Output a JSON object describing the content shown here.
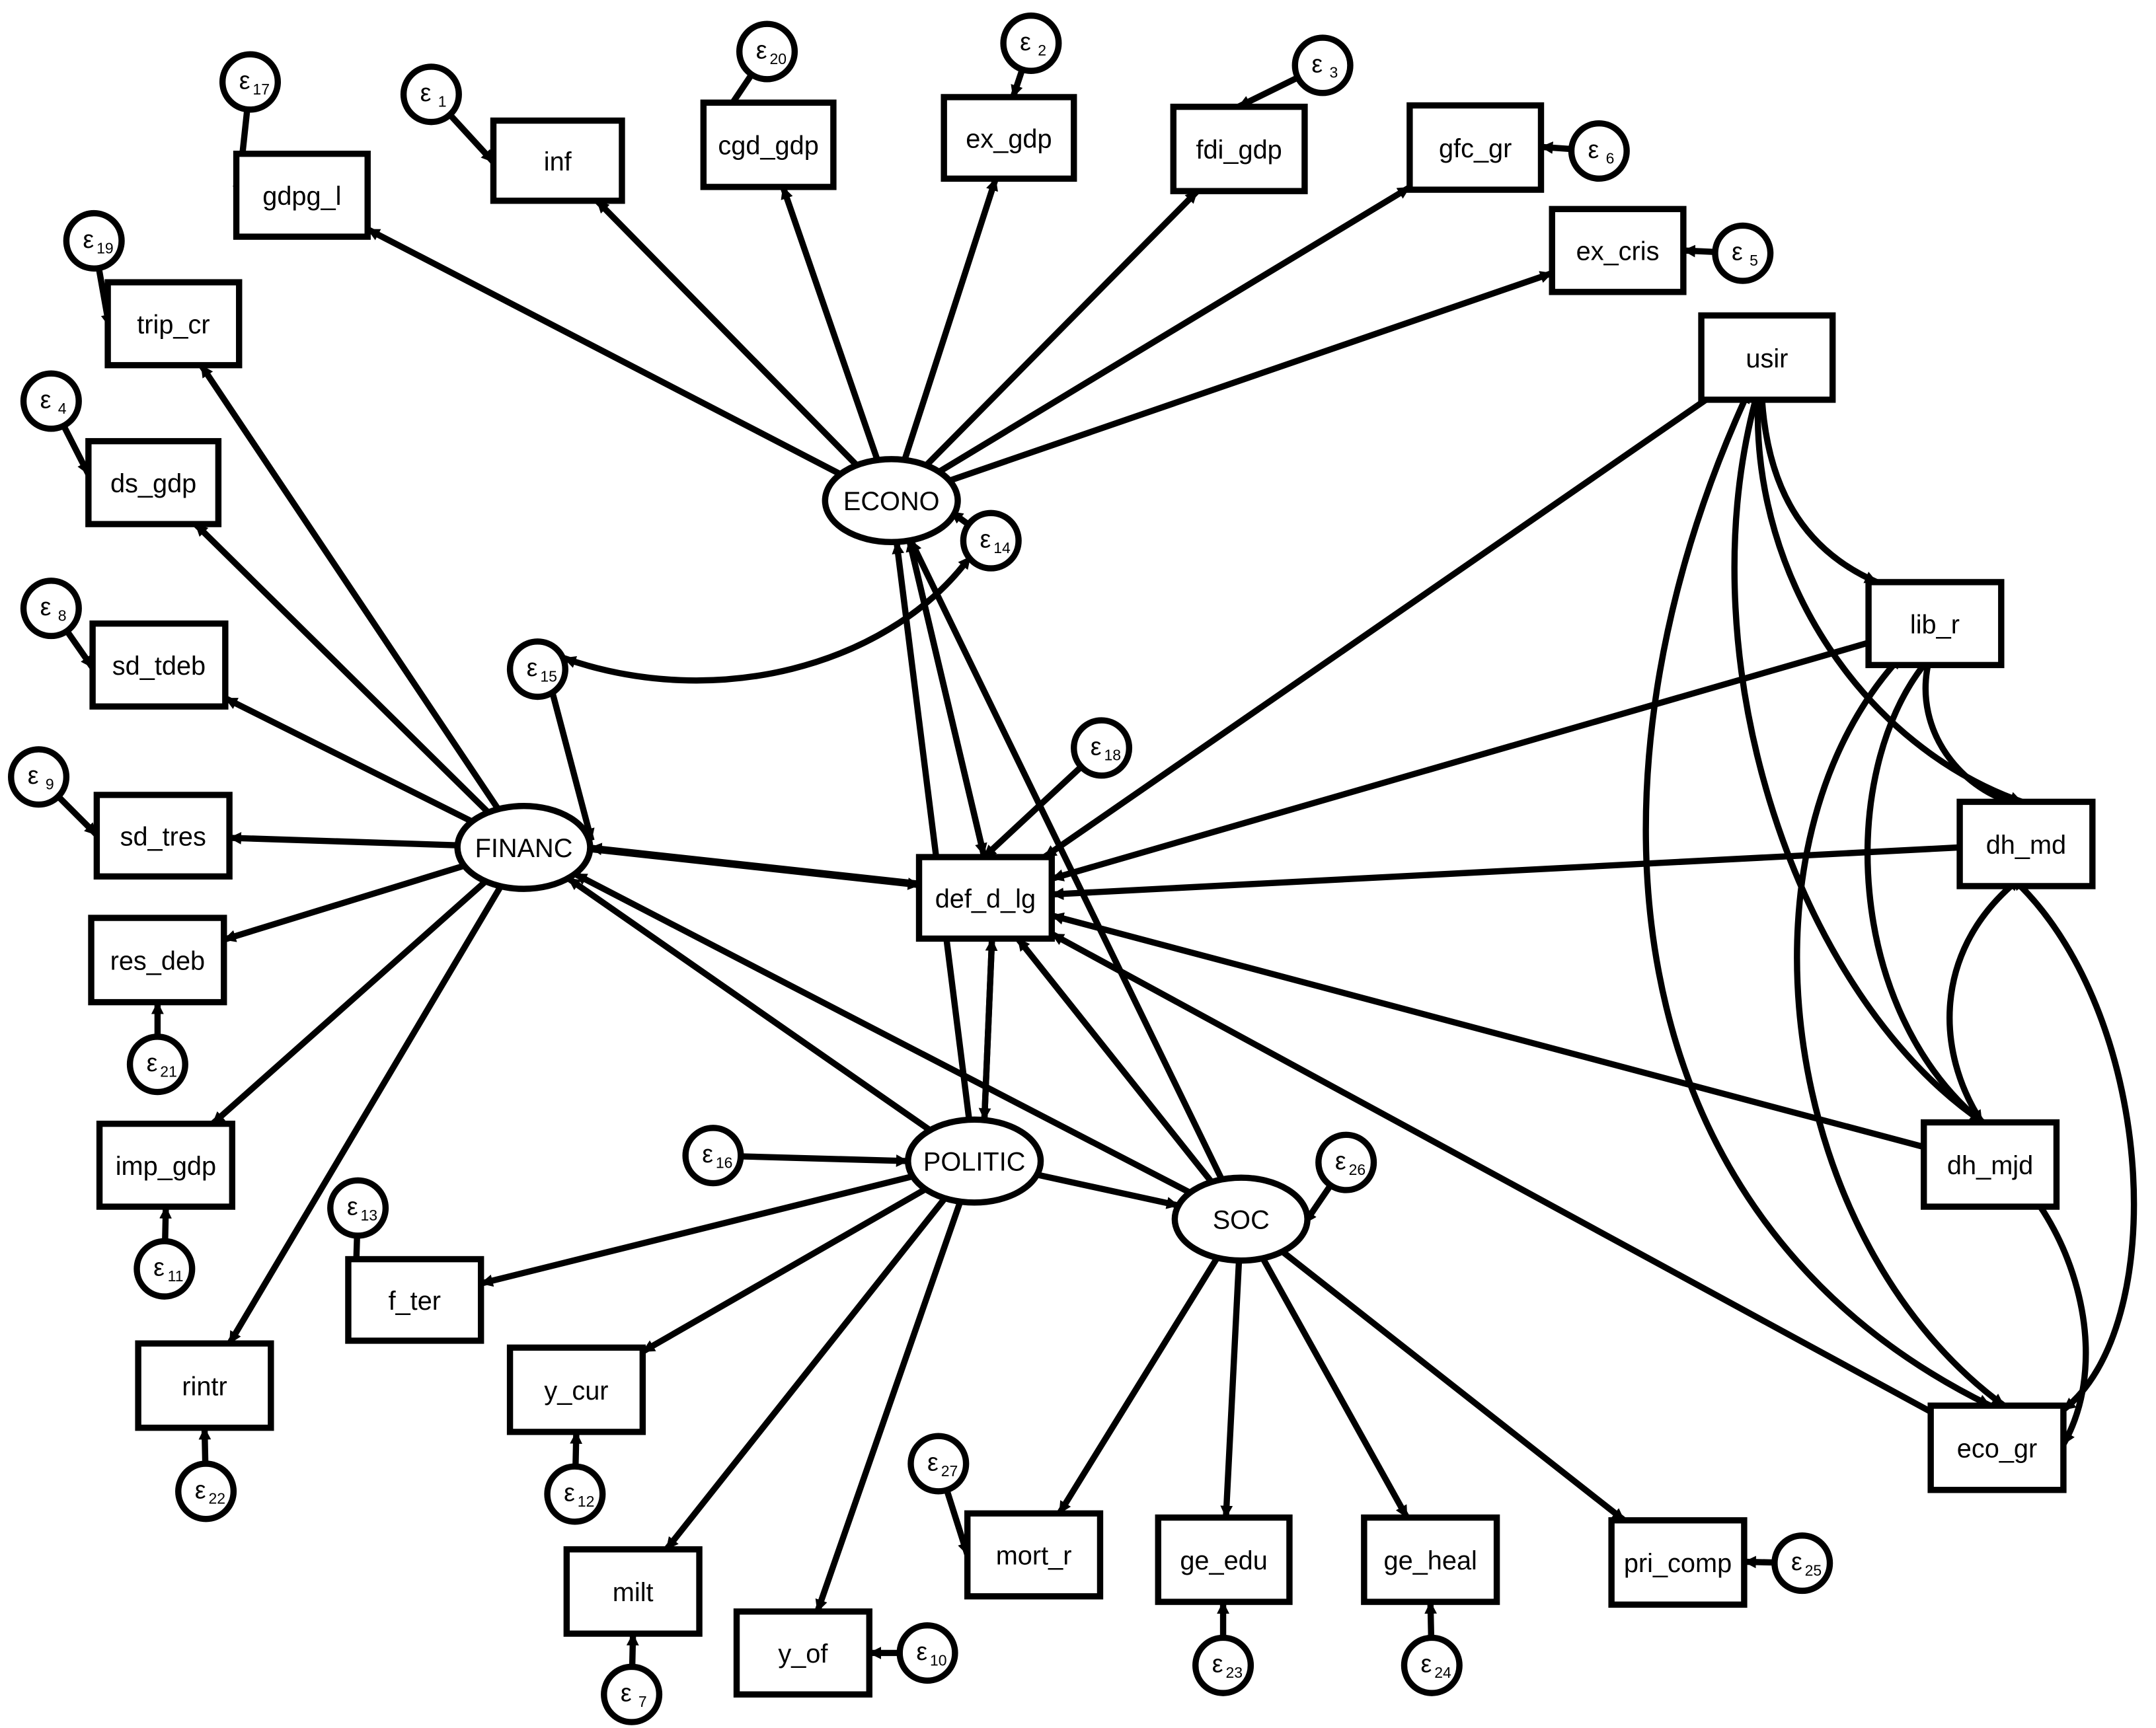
{
  "diagram": {
    "observed": [
      {
        "id": "gdpg",
        "label": "gdpg_l"
      },
      {
        "id": "inf",
        "label": "inf"
      },
      {
        "id": "cgd",
        "label": "cgd_gdp"
      },
      {
        "id": "exgdp",
        "label": "ex_gdp"
      },
      {
        "id": "fdi",
        "label": "fdi_gdp"
      },
      {
        "id": "gfc",
        "label": "gfc_gr"
      },
      {
        "id": "excris",
        "label": "ex_cris"
      },
      {
        "id": "usir",
        "label": "usir"
      },
      {
        "id": "trip",
        "label": "trip_cr"
      },
      {
        "id": "dsgdp",
        "label": "ds_gdp"
      },
      {
        "id": "sdtdeb",
        "label": "sd_tdeb"
      },
      {
        "id": "sdtres",
        "label": "sd_tres"
      },
      {
        "id": "resdeb",
        "label": "res_deb"
      },
      {
        "id": "impgdp",
        "label": "imp_gdp"
      },
      {
        "id": "rintr",
        "label": "rintr"
      },
      {
        "id": "fter",
        "label": "f_ter"
      },
      {
        "id": "ycur",
        "label": "y_cur"
      },
      {
        "id": "milt",
        "label": "milt"
      },
      {
        "id": "yof",
        "label": "y_of"
      },
      {
        "id": "mortr",
        "label": "mort_r"
      },
      {
        "id": "geedu",
        "label": "ge_edu"
      },
      {
        "id": "geheal",
        "label": "ge_heal"
      },
      {
        "id": "pricomp",
        "label": "pri_comp"
      },
      {
        "id": "libr",
        "label": "lib_r"
      },
      {
        "id": "dhmd",
        "label": "dh_md"
      },
      {
        "id": "dhmjd",
        "label": "dh_mjd"
      },
      {
        "id": "ecogr",
        "label": "eco_gr"
      },
      {
        "id": "def",
        "label": "def_d_lg"
      }
    ],
    "latent": [
      {
        "id": "econo",
        "label": "ECONO"
      },
      {
        "id": "financ",
        "label": "FINANC"
      },
      {
        "id": "politic",
        "label": "POLITIC"
      },
      {
        "id": "soc",
        "label": "SOC"
      }
    ],
    "errors": [
      {
        "id": "e1",
        "symbol": "ε",
        "sub": "1"
      },
      {
        "id": "e2",
        "symbol": "ε",
        "sub": "2"
      },
      {
        "id": "e3",
        "symbol": "ε",
        "sub": "3"
      },
      {
        "id": "e4",
        "symbol": "ε",
        "sub": "4"
      },
      {
        "id": "e5",
        "symbol": "ε",
        "sub": "5"
      },
      {
        "id": "e6",
        "symbol": "ε",
        "sub": "6"
      },
      {
        "id": "e7",
        "symbol": "ε",
        "sub": "7"
      },
      {
        "id": "e8",
        "symbol": "ε",
        "sub": "8"
      },
      {
        "id": "e9",
        "symbol": "ε",
        "sub": "9"
      },
      {
        "id": "e10",
        "symbol": "ε",
        "sub": "10"
      },
      {
        "id": "e11",
        "symbol": "ε",
        "sub": "11"
      },
      {
        "id": "e12",
        "symbol": "ε",
        "sub": "12"
      },
      {
        "id": "e13",
        "symbol": "ε",
        "sub": "13"
      },
      {
        "id": "e14",
        "symbol": "ε",
        "sub": "14"
      },
      {
        "id": "e15",
        "symbol": "ε",
        "sub": "15"
      },
      {
        "id": "e16",
        "symbol": "ε",
        "sub": "16"
      },
      {
        "id": "e17",
        "symbol": "ε",
        "sub": "17"
      },
      {
        "id": "e18",
        "symbol": "ε",
        "sub": "18"
      },
      {
        "id": "e19",
        "symbol": "ε",
        "sub": "19"
      },
      {
        "id": "e20",
        "symbol": "ε",
        "sub": "20"
      },
      {
        "id": "e21",
        "symbol": "ε",
        "sub": "21"
      },
      {
        "id": "e22",
        "symbol": "ε",
        "sub": "22"
      },
      {
        "id": "e23",
        "symbol": "ε",
        "sub": "23"
      },
      {
        "id": "e24",
        "symbol": "ε",
        "sub": "24"
      },
      {
        "id": "e25",
        "symbol": "ε",
        "sub": "25"
      },
      {
        "id": "e26",
        "symbol": "ε",
        "sub": "26"
      },
      {
        "id": "e27",
        "symbol": "ε",
        "sub": "27"
      }
    ],
    "paths": [
      [
        "econo",
        "gdpg"
      ],
      [
        "econo",
        "inf"
      ],
      [
        "econo",
        "cgd"
      ],
      [
        "econo",
        "exgdp"
      ],
      [
        "econo",
        "fdi"
      ],
      [
        "econo",
        "gfc"
      ],
      [
        "econo",
        "excris"
      ],
      [
        "econo",
        "def"
      ],
      [
        "financ",
        "trip"
      ],
      [
        "financ",
        "dsgdp"
      ],
      [
        "financ",
        "sdtdeb"
      ],
      [
        "financ",
        "sdtres"
      ],
      [
        "financ",
        "resdeb"
      ],
      [
        "financ",
        "impgdp"
      ],
      [
        "financ",
        "rintr"
      ],
      [
        "financ",
        "def"
      ],
      [
        "def",
        "econo"
      ],
      [
        "def",
        "financ"
      ],
      [
        "def",
        "politic"
      ],
      [
        "politic",
        "econo"
      ],
      [
        "politic",
        "financ"
      ],
      [
        "politic",
        "def"
      ],
      [
        "politic",
        "soc"
      ],
      [
        "politic",
        "fter"
      ],
      [
        "politic",
        "ycur"
      ],
      [
        "politic",
        "milt"
      ],
      [
        "politic",
        "yof"
      ],
      [
        "soc",
        "econo"
      ],
      [
        "soc",
        "financ"
      ],
      [
        "soc",
        "def"
      ],
      [
        "soc",
        "mortr"
      ],
      [
        "soc",
        "geedu"
      ],
      [
        "soc",
        "geheal"
      ],
      [
        "soc",
        "pricomp"
      ],
      [
        "usir",
        "def"
      ],
      [
        "libr",
        "def"
      ],
      [
        "dhmd",
        "def"
      ],
      [
        "dhmjd",
        "def"
      ],
      [
        "ecogr",
        "def"
      ]
    ],
    "covariances": [
      [
        "e14",
        "e15"
      ],
      [
        "usir",
        "libr"
      ],
      [
        "usir",
        "dhmd"
      ],
      [
        "usir",
        "dhmjd"
      ],
      [
        "usir",
        "ecogr"
      ],
      [
        "libr",
        "dhmd"
      ],
      [
        "libr",
        "dhmjd"
      ],
      [
        "libr",
        "ecogr"
      ],
      [
        "dhmd",
        "dhmjd"
      ],
      [
        "dhmd",
        "ecogr"
      ],
      [
        "dhmjd",
        "ecogr"
      ]
    ]
  }
}
